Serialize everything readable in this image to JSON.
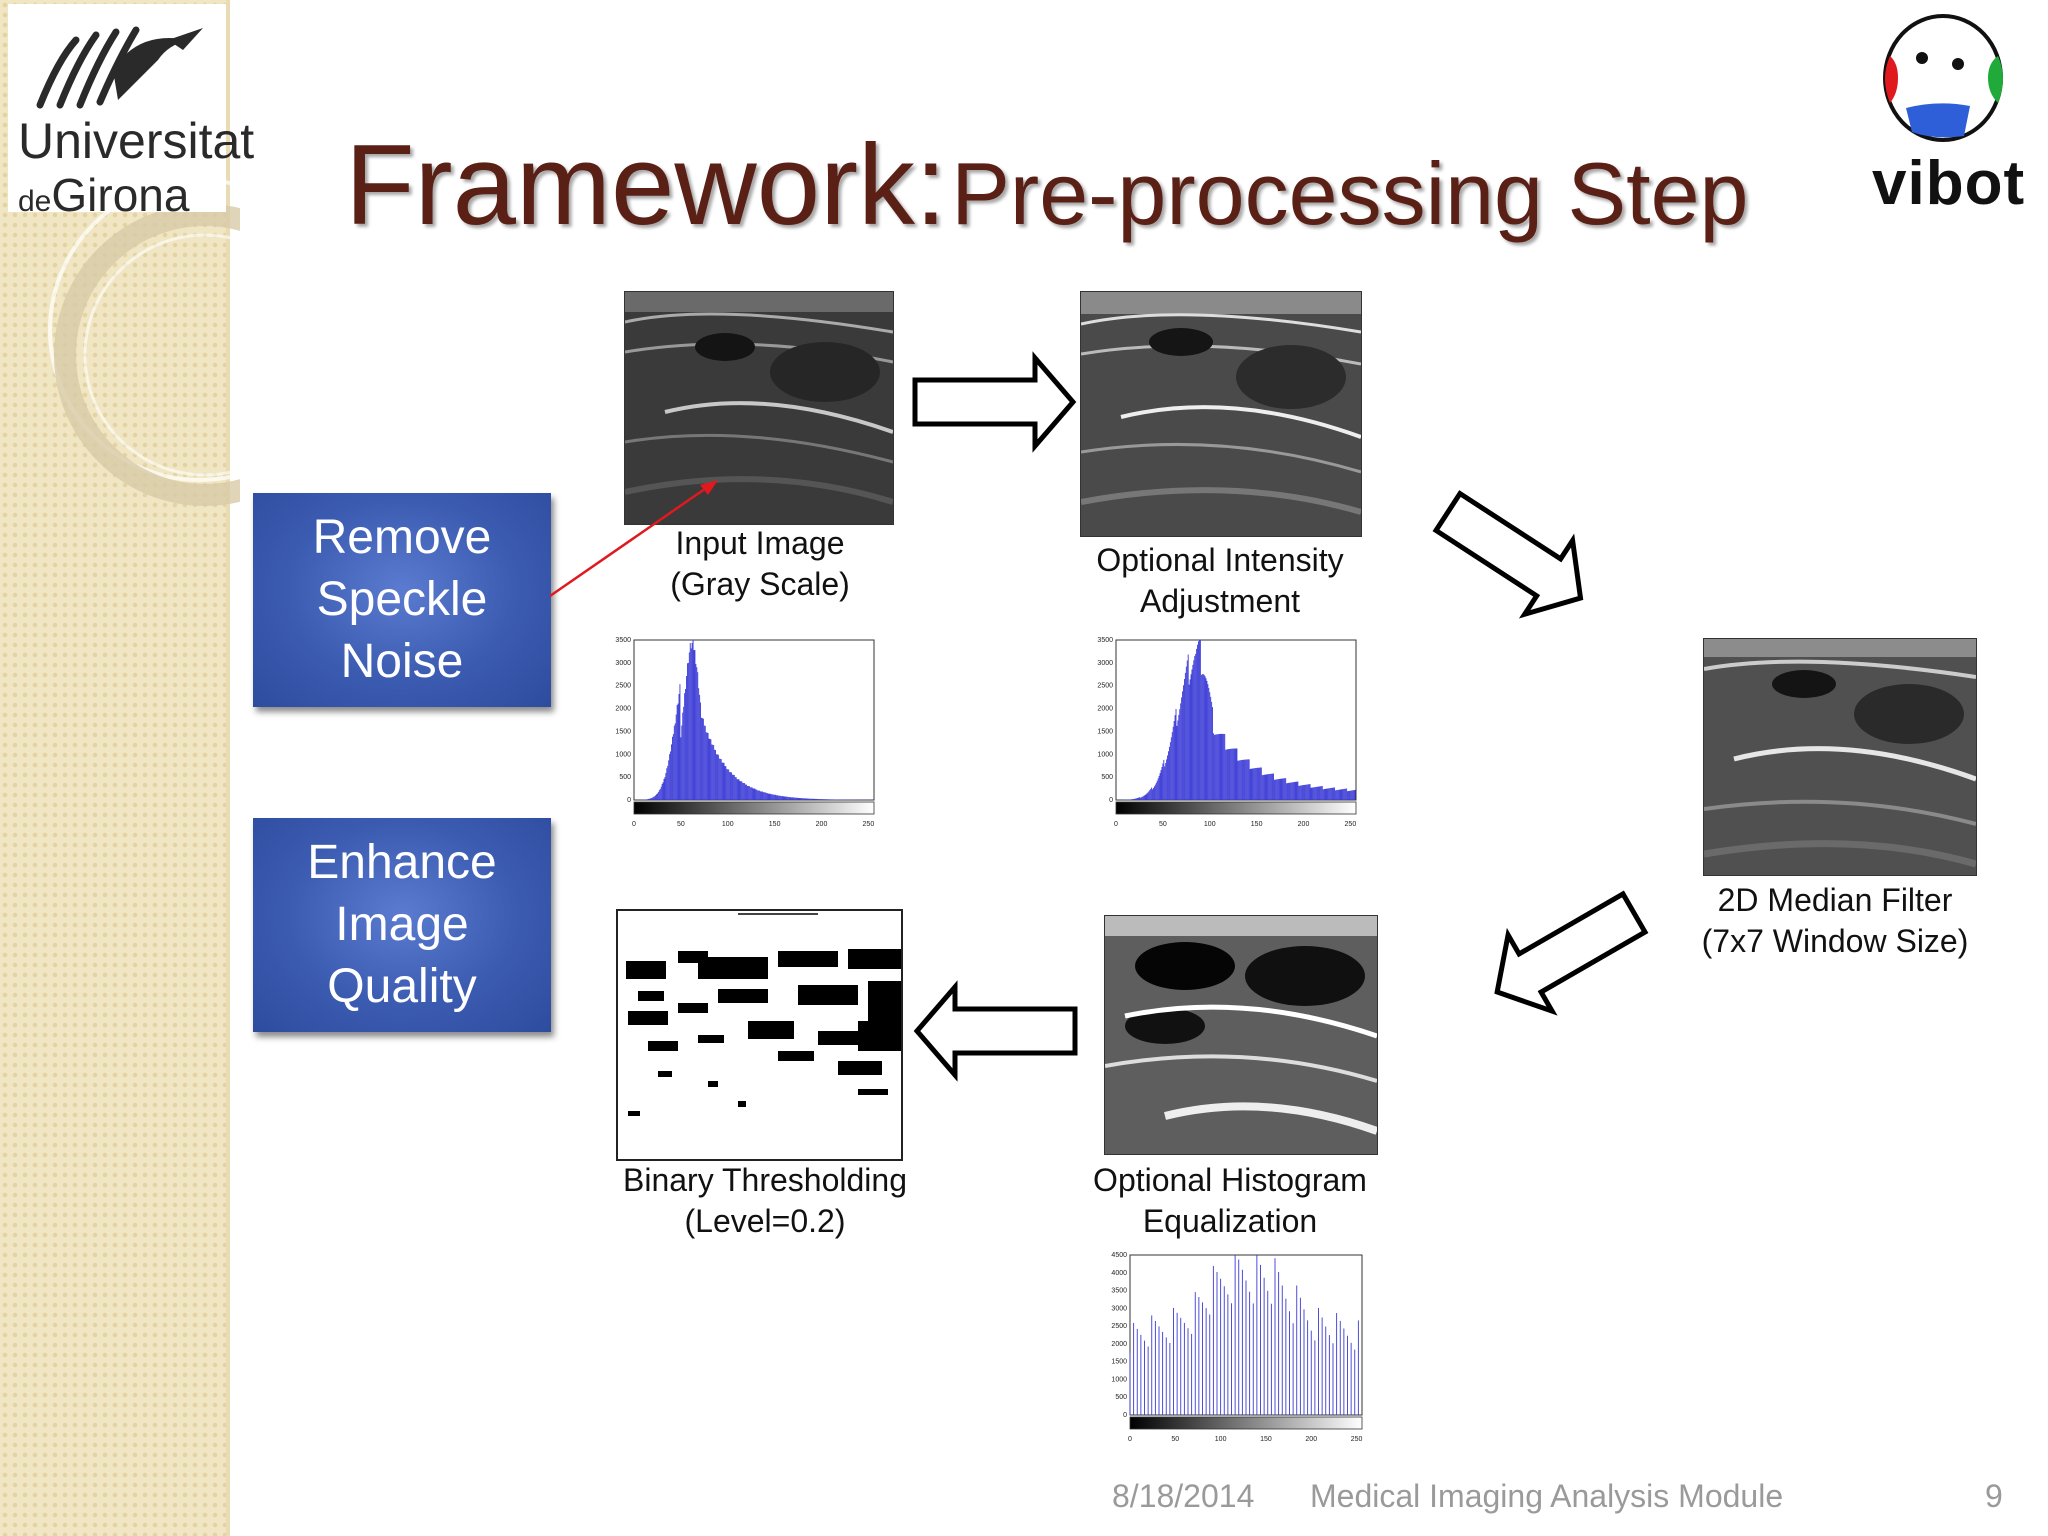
{
  "slide": {
    "title_main": "Framework:",
    "title_rest": "Pre-processing Step",
    "university_line1": "Universitat",
    "university_de": "de",
    "university_line2": "Girona",
    "vibot_logo_text": "vibot"
  },
  "boxes": {
    "remove_speckle": "Remove Speckle Noise",
    "enhance_quality": "Enhance Image Quality"
  },
  "captions": {
    "input_line1": "Input Image",
    "input_line2": "(Gray Scale)",
    "intensity_line1": "Optional Intensity",
    "intensity_line2": "Adjustment",
    "median_line1": "2D Median Filter",
    "median_line2": "(7x7 Window Size)",
    "histeq_line1": "Optional Histogram",
    "histeq_line2": "Equalization",
    "binary_line1": "Binary Thresholding",
    "binary_line2": "(Level=0.2)"
  },
  "footer": {
    "date": "8/18/2014",
    "module": "Medical Imaging Analysis Module",
    "page": "9"
  },
  "colors": {
    "title": "#5a2016",
    "box_blue": "#3b5bb1",
    "hist_bar": "#3a3ad6",
    "arrow_red": "#e0191f"
  },
  "histograms": {
    "x_ticks": [
      "0",
      "50",
      "100",
      "150",
      "200",
      "250"
    ],
    "y_ticks_small": [
      "0",
      "500",
      "1000",
      "1500",
      "2000",
      "2500",
      "3000",
      "3500"
    ],
    "y_ticks_large": [
      "0",
      "500",
      "1000",
      "1500",
      "2000",
      "2500",
      "3000",
      "3500",
      "4000",
      "4500"
    ]
  }
}
